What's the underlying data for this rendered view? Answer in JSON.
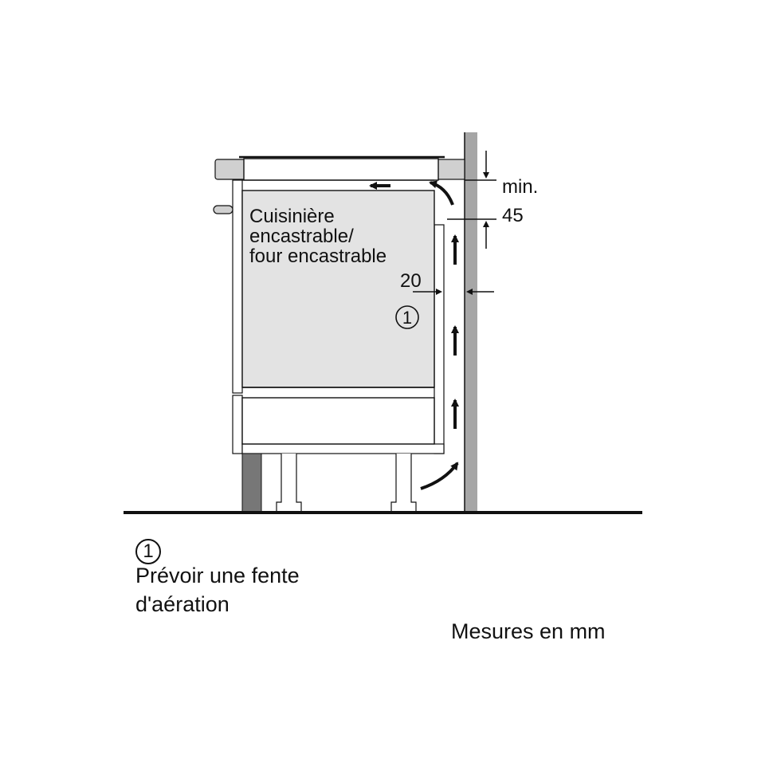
{
  "diagram": {
    "appliance_label": [
      "Cuisinière",
      "encastrable/",
      "four encastrable"
    ],
    "gap_side_mm": "20",
    "gap_top_label": "min.",
    "gap_top_mm": "45",
    "marker_number": "1"
  },
  "legend": {
    "marker_number": "1",
    "note_line1": "Prévoir une fente",
    "note_line2": "d'aération",
    "units": "Mesures en mm"
  },
  "colors": {
    "wall": "#a6a6a6",
    "appliance_fill": "#e3e3e3",
    "plinth": "#777777",
    "worktop": "#d0d0d0",
    "line": "#111111"
  }
}
